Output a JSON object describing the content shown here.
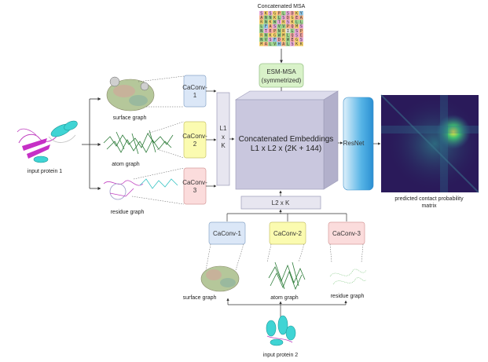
{
  "msa": {
    "title": "Concatenated MSA",
    "rows": [
      "SKSGPLSDKY",
      "ANNKLSDGEA",
      "RNKWTRSKLL",
      "LFASVVPQMS",
      "NTEPNRILSP",
      "RNKGWMLQSE",
      "NVSFDKWEGS",
      "MALVHALSKR"
    ]
  },
  "esm": {
    "line1": "ESM-MSA",
    "line2": "(symmetrized)"
  },
  "protein1": {
    "label": "input protein 1"
  },
  "protein2": {
    "label": "input protein 2"
  },
  "left_graphs": {
    "surface": "surface graph",
    "atom": "atom graph",
    "residue": "residue graph"
  },
  "bottom_graphs": {
    "surface": "surface graph",
    "atom": "atom graph",
    "residue": "residue graph"
  },
  "left_caconv": [
    {
      "l1": "CaConv-",
      "l2": "1"
    },
    {
      "l1": "CaConv-",
      "l2": "2"
    },
    {
      "l1": "CaConv-",
      "l2": "3"
    }
  ],
  "bottom_caconv": [
    "CaConv-1",
    "CaConv-2",
    "CaConv-3"
  ],
  "l1k": {
    "l1": "L1",
    "l2": "x",
    "l3": "K"
  },
  "l2k": "L2 x K",
  "embed": {
    "line1": "Concatenated Embeddings",
    "line2": "L1 x L2 x (2K + 144)"
  },
  "resnet": "ResNet",
  "contact": {
    "line1": "predicted contact probability",
    "line2": "matrix"
  },
  "colors": {
    "blue": "#dbe7f7",
    "yellow": "#fbfbb0",
    "red": "#fbdcdc",
    "esm": "#d9f2c9",
    "cube_front": "#c9c7de",
    "cube_top": "#dddcec",
    "cube_side": "#b2b0cb"
  }
}
